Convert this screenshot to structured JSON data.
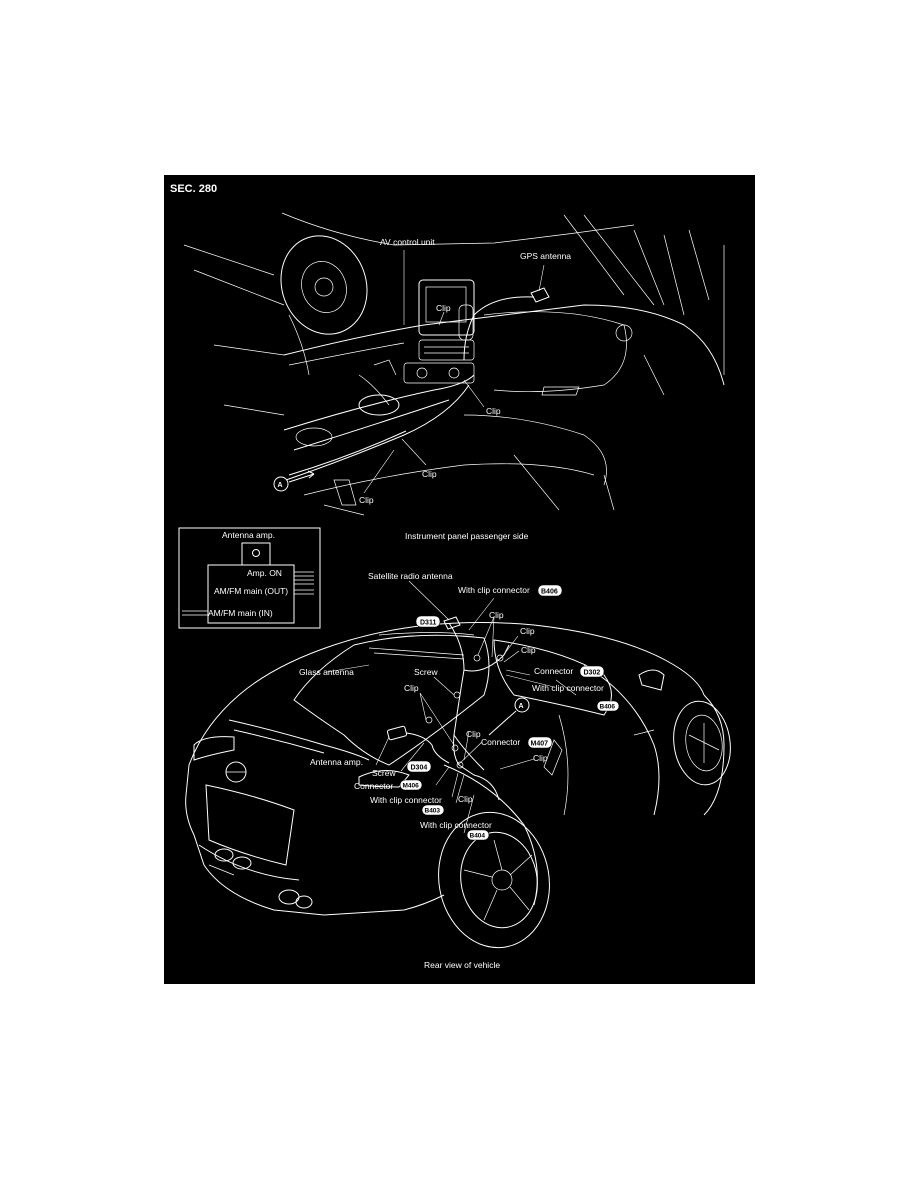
{
  "section_title": "SEC. 280",
  "top_view": {
    "labels": {
      "av_control_unit": "AV control unit",
      "gps_antenna": "GPS antenna",
      "clip_1": "Clip",
      "clip_2": "Clip",
      "clip_3": "Clip",
      "clip_4": "Clip",
      "marker_a": "A"
    }
  },
  "inset": {
    "title": "Antenna amp.",
    "rows": [
      "Amp. ON",
      "AM/FM main (OUT)",
      "AM/FM main (IN)"
    ],
    "caption": "Instrument panel passenger side"
  },
  "rear_view": {
    "labels": {
      "satellite_radio_antenna": "Satellite radio antenna",
      "with_clip_connector_1": "With clip connector",
      "clip_a": "Clip",
      "clip_b": "Clip",
      "clip_c": "Clip",
      "connector_1": "Connector",
      "with_clip_connector_2": "With clip connector",
      "glass_antenna": "Glass antenna",
      "screw_1": "Screw",
      "clip_d": "Clip",
      "clip_e": "Clip",
      "connector_2": "Connector",
      "clip_f": "Clip",
      "antenna_amp": "Antenna amp.",
      "screw_2": "Screw",
      "connector_3": "Connector",
      "with_clip_connector_3": "With clip connector",
      "clip_g": "Clip",
      "with_clip_connector_4": "With clip connector",
      "marker_a": "A"
    },
    "connector_codes": {
      "b406_top": "B406",
      "d311": "D311",
      "d302": "D302",
      "b406_right": "B406",
      "d304": "D304",
      "m407": "M407",
      "m406": "M406",
      "b403": "B403",
      "b404": "B404"
    },
    "caption": "Rear view of vehicle"
  }
}
